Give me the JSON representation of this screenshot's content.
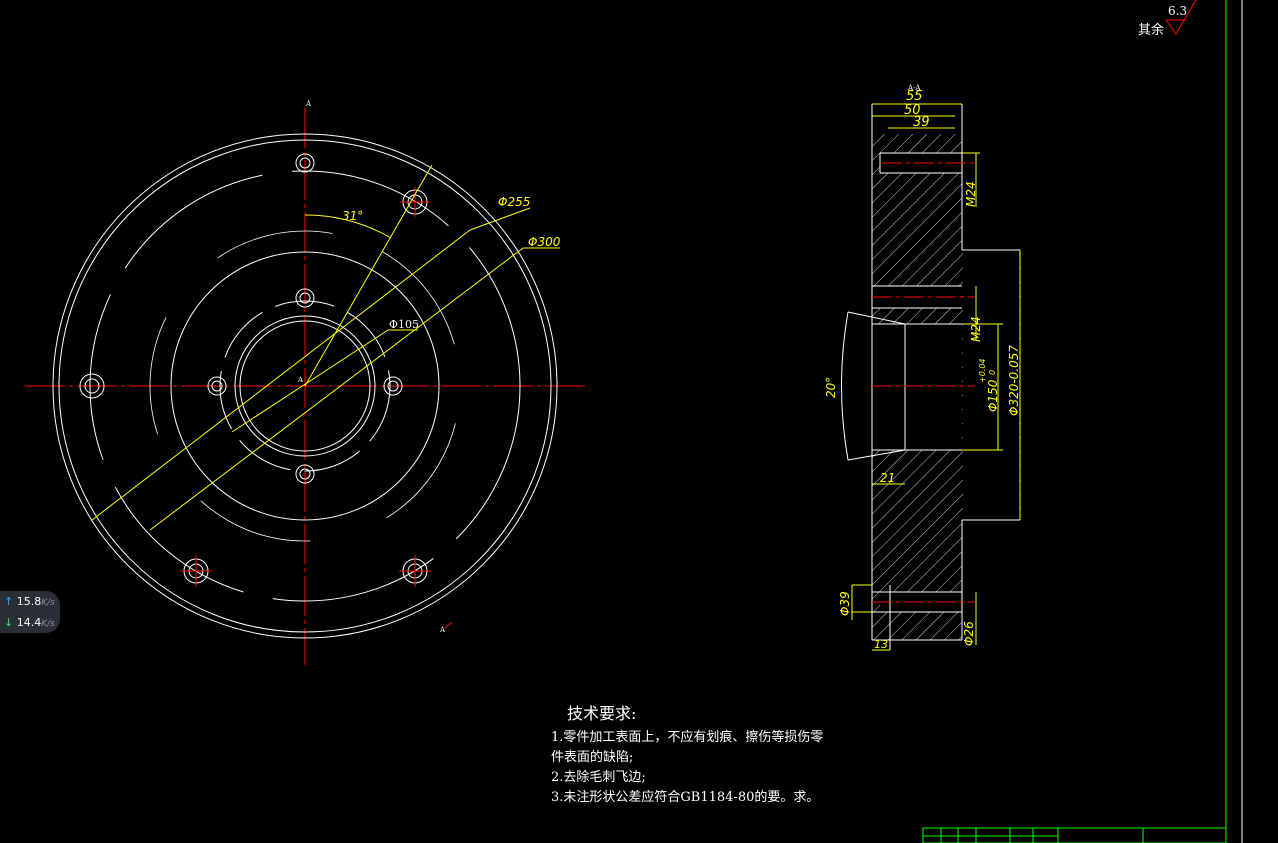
{
  "drawing": {
    "section_label": "A-A",
    "cut_label": "A",
    "surface_finish": {
      "label": "其余",
      "value": "6.3"
    },
    "front_view": {
      "angle_label": "31°",
      "dia_255": "Φ255",
      "dia_300": "Φ300",
      "dia_105": "Φ105",
      "center_label": "A"
    },
    "section_view": {
      "dim_55": "55",
      "dim_50": "50",
      "dim_39": "39",
      "thread_top": "M24",
      "thread_mid": "M24",
      "angle": "20°",
      "bore": "Φ150",
      "bore_tol_upper": "+0.04",
      "bore_tol_lower": "0",
      "outer": "Φ320-0.057",
      "dim_21": "21",
      "dia_39": "Φ39",
      "dia_26": "Φ26",
      "dim_13": "13"
    }
  },
  "notes": {
    "title": "技术要求:",
    "lines": [
      "1.零件加工表面上，不应有划痕、擦伤等损伤零",
      "件表面的缺陷;",
      "2.去除毛刺飞边;",
      "3.未注形状公差应符合GB1184-80的要。求。"
    ]
  },
  "netspeed": {
    "upload": "15.8",
    "download": "14.4",
    "unit": "K/s"
  },
  "colors": {
    "background": "#000000",
    "outline": "#ffffff",
    "center_line": "#ff0000",
    "dimension": "#ffff00",
    "border": "#00ff00"
  }
}
